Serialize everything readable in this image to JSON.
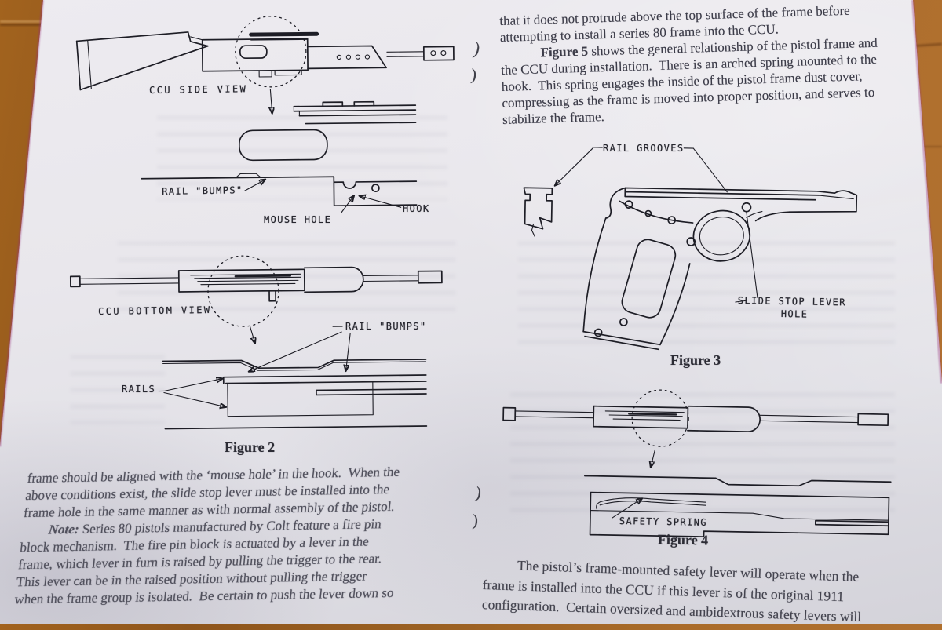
{
  "colors": {
    "cardboard": "#a2631e",
    "paper": "#e9e7ec",
    "ink": "#1d1d25",
    "body_text": "#3c3c49"
  },
  "marks": {
    "glyph": ")"
  },
  "page": {
    "top_right": {
      "lines": [
        "that it does not protrude above the top surface of the frame before",
        "attempting to install a series 80 frame into the CCU.",
        [
          {
            "t": "            "
          },
          {
            "t": "Figure 5",
            "b": true
          },
          {
            "t": " shows the general relationship of the pistol frame and"
          }
        ],
        "the CCU during installation.  There is an arched spring mounted to the",
        "hook.  This spring engages the inside of the pistol frame dust cover,",
        "compressing as the frame is moved into proper position, and serves to",
        "stabilize the frame."
      ]
    },
    "bottom_left": {
      "lines": [
        "frame should be aligned with the ‘mouse hole’ in the hook.  When the",
        "above conditions exist, the slide stop lever must be installed into the",
        "frame hole in the same manner as with normal assembly of the pistol.",
        [
          {
            "t": "        "
          },
          {
            "t": "Note:",
            "b": true,
            "i": true
          },
          {
            "t": " Series 80 pistols manufactured by Colt feature a fire pin"
          }
        ],
        "block mechanism.  The fire pin block is actuated by a lever in the",
        "frame, which lever in furn is raised by pulling the trigger to the rear.",
        "This lever can be in the raised position without pulling the trigger",
        "when the frame group is isolated.  Be certain to push the lever down so"
      ]
    },
    "bottom_right": {
      "lines": [
        "          The pistol’s frame-mounted safety lever will operate when the",
        "frame is installed into the CCU if this lever is of the original 1911",
        "configuration.  Certain oversized and ambidextrous safety levers will"
      ]
    }
  },
  "figures": {
    "fig2": {
      "side_view_label": "CCU SIDE VIEW",
      "rail_bumps_top": "RAIL \"BUMPS\"",
      "mouse_hole": "MOUSE HOLE",
      "hook": "HOOK",
      "bottom_view_label": "CCU BOTTOM VIEW",
      "rail_bumps_bottom": "RAIL \"BUMPS\"",
      "rails": "RAILS",
      "caption": "Figure 2"
    },
    "fig3": {
      "rail_grooves": "RAIL GROOVES",
      "slide_stop_line1": "SLIDE STOP LEVER",
      "slide_stop_line2": "HOLE",
      "caption": "Figure 3"
    },
    "fig4": {
      "safety_spring": "SAFETY SPRING",
      "caption": "Figure 4"
    }
  }
}
